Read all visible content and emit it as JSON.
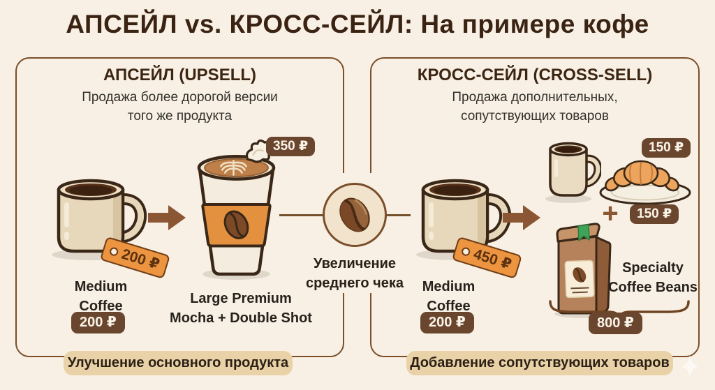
{
  "title": "АПСЕЙЛ vs. КРОСС-СЕЙЛ: На примере кофе",
  "colors": {
    "background": "#f8f0e4",
    "panel_border": "#7b4e28",
    "heading_text": "#3a2313",
    "body_text": "#32302b",
    "badge_bg": "#6a462e",
    "badge_text": "#faf3e8",
    "tag_bg": "#ec9440",
    "arrow": "#8a5633",
    "banner_bg": "#e9d2a8",
    "circle_fill": "#f2e4cc"
  },
  "center": {
    "icon": "coffee-bean",
    "label": "Увеличение\nсреднего чека"
  },
  "upsell": {
    "title": "АПСЕЙЛ (UPSELL)",
    "subtitle": "Продажа более дорогой версии\nтого же продукта",
    "base_product": {
      "name": "Medium\nCoffee",
      "tag_price": "200 ₽",
      "price_badge": "200 ₽"
    },
    "upgraded_product": {
      "name": "Large Premium\nMocha + Double Shot",
      "price_badge": "350 ₽"
    },
    "footer": "Улучшение основного продукта"
  },
  "cross_sell": {
    "title": "КРОСС-СЕЙЛ (CROSS-SELL)",
    "subtitle": "Продажа дополнительных,\nсопутствующих товаров",
    "base_product": {
      "name": "Medium\nCoffee",
      "tag_price": "450 ₽",
      "price_badge": "200 ₽"
    },
    "addons": {
      "extra_cup_price": "150 ₽",
      "plus_sign": "+",
      "croissant_price": "150 ₽",
      "beans_name": "Specialty\nCoffee Beans",
      "bundle_price": "800 ₽"
    },
    "footer": "Добавление сопутствующих товаров"
  }
}
